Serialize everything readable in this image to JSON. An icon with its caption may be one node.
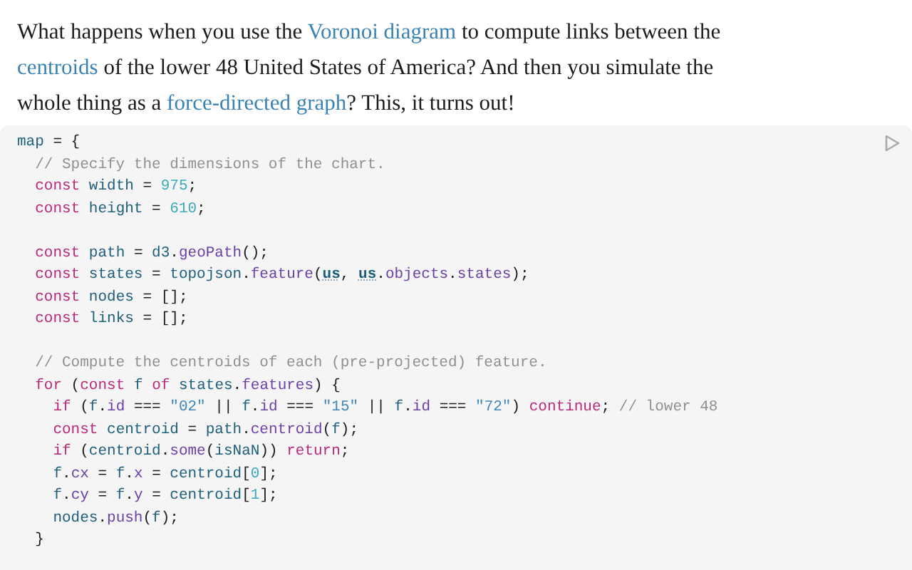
{
  "diagram": {
    "labels": [
      "What happens when you use the ",
      "Voronoi diagram",
      " to compute links between the ",
      "centroids",
      " of the lower 48 United States of America? And then you simulate the whole thing as a ",
      "force-directed graph",
      "? This, it turns out!",
      "map = {",
      "// Specify the dimensions of the chart.",
      "const width = 975;",
      "const height = 610;",
      "const path = d3.geoPath();",
      "const states = topojson.feature(us, us.objects.states);",
      "const nodes = [];",
      "const links = [];",
      "// Compute the centroids of each (pre-projected) feature.",
      "for (const f of states.features) {",
      "if (f.id === \"02\" || f.id === \"15\" || f.id === \"72\") continue; // lower 48",
      "const centroid = path.centroid(f);",
      "if (centroid.some(isNaN)) return;",
      "f.cx = f.x = centroid[0];",
      "f.cy = f.y = centroid[1];",
      "nodes.push(f);",
      "}"
    ]
  }
}
